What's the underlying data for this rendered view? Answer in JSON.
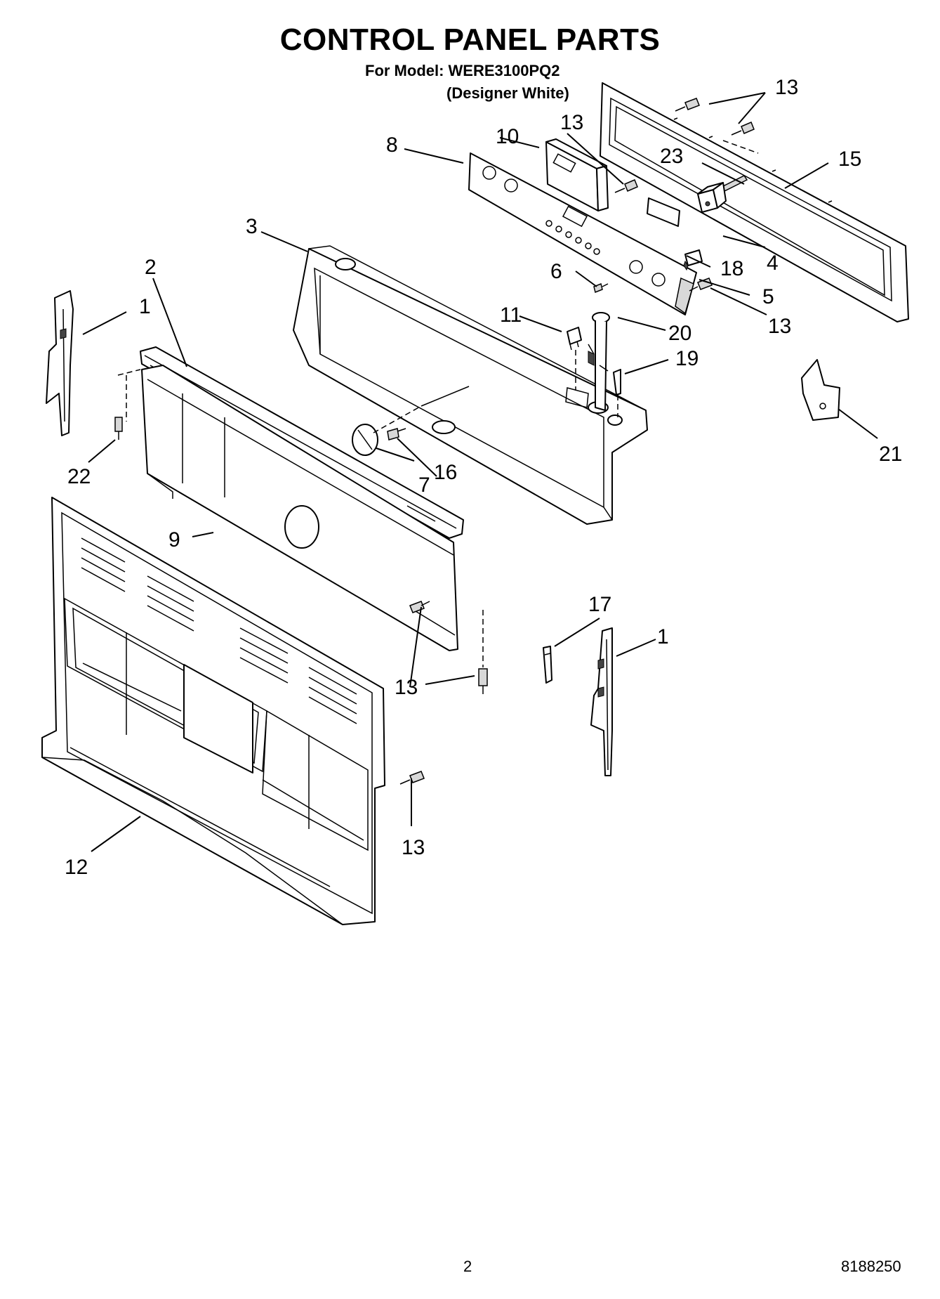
{
  "header": {
    "title": "CONTROL PANEL PARTS",
    "model_line": "For Model: WERE3100PQ2",
    "variant_line": "(Designer White)"
  },
  "footer": {
    "page_number": "2",
    "document_number": "8188250"
  },
  "callouts": [
    {
      "id": "c1a",
      "label": "1"
    },
    {
      "id": "c1b",
      "label": "1"
    },
    {
      "id": "c2",
      "label": "2"
    },
    {
      "id": "c3",
      "label": "3"
    },
    {
      "id": "c4",
      "label": "4"
    },
    {
      "id": "c5",
      "label": "5"
    },
    {
      "id": "c6",
      "label": "6"
    },
    {
      "id": "c7",
      "label": "7"
    },
    {
      "id": "c8",
      "label": "8"
    },
    {
      "id": "c9",
      "label": "9"
    },
    {
      "id": "c10",
      "label": "10"
    },
    {
      "id": "c11",
      "label": "11"
    },
    {
      "id": "c12",
      "label": "12"
    },
    {
      "id": "c13a",
      "label": "13"
    },
    {
      "id": "c13b",
      "label": "13"
    },
    {
      "id": "c13c",
      "label": "13"
    },
    {
      "id": "c13d",
      "label": "13"
    },
    {
      "id": "c13e",
      "label": "13"
    },
    {
      "id": "c15",
      "label": "15"
    },
    {
      "id": "c16",
      "label": "16"
    },
    {
      "id": "c17",
      "label": "17"
    },
    {
      "id": "c18",
      "label": "18"
    },
    {
      "id": "c19",
      "label": "19"
    },
    {
      "id": "c20",
      "label": "20"
    },
    {
      "id": "c21",
      "label": "21"
    },
    {
      "id": "c22",
      "label": "22"
    },
    {
      "id": "c23",
      "label": "23"
    }
  ]
}
